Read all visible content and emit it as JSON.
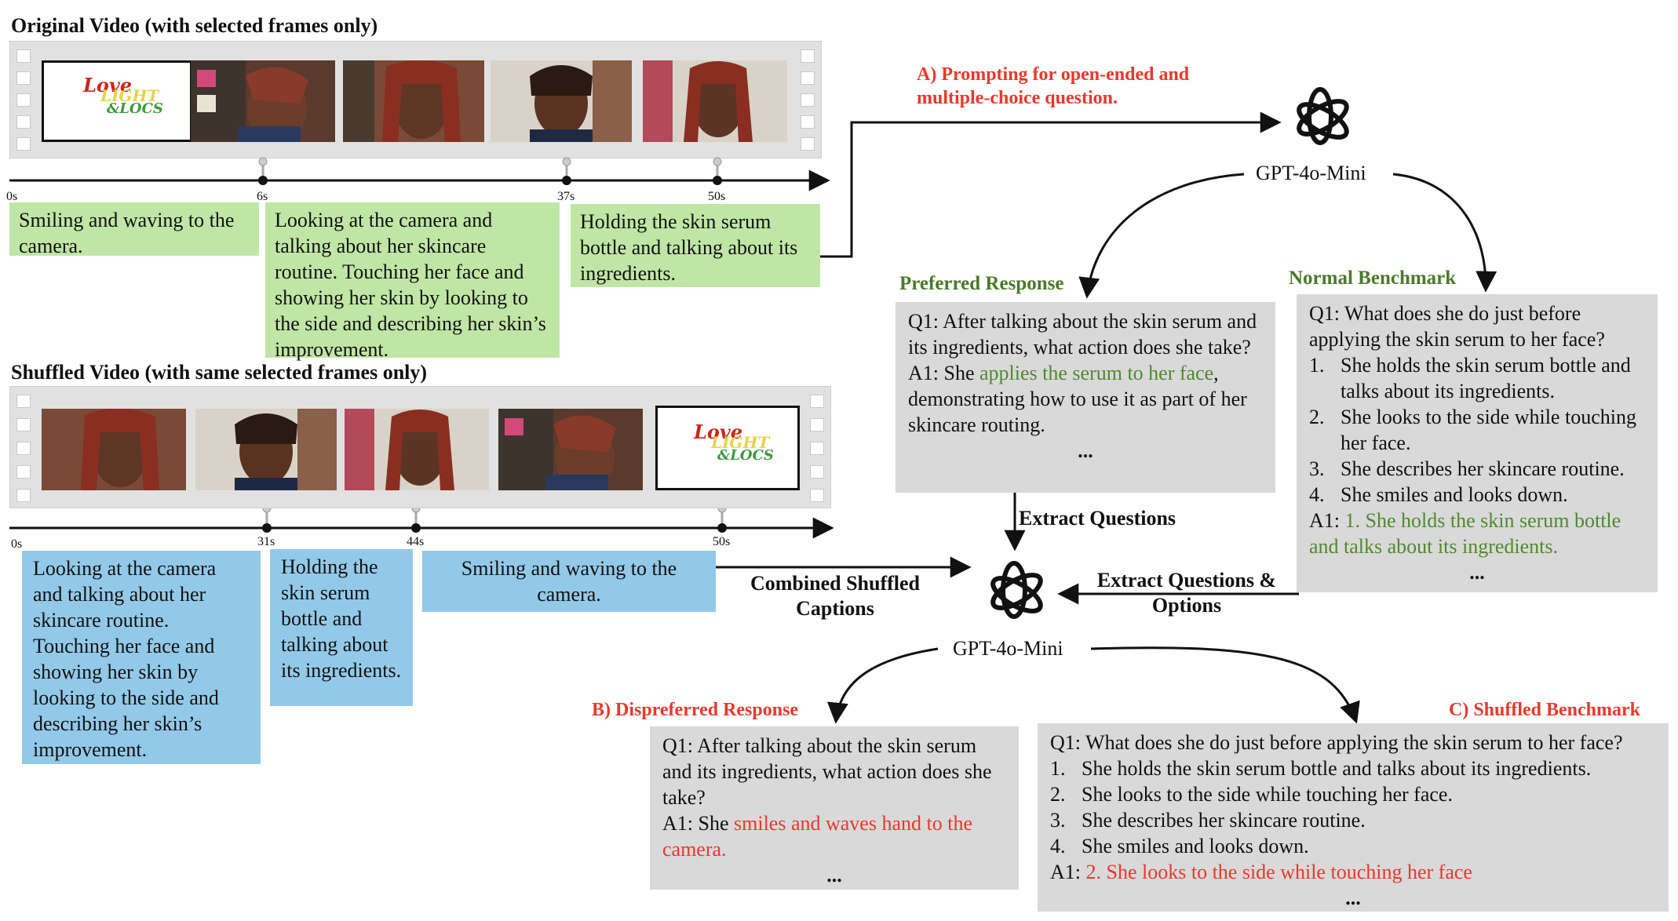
{
  "original": {
    "title": "Original Video (with selected frames only)",
    "ticks": [
      "0s",
      "6s",
      "37s",
      "50s"
    ],
    "logo": {
      "line1": "Love",
      "line2": "LIGHT",
      "line3": "&LOCS"
    },
    "captions": [
      "Smiling and waving to the camera.",
      "Looking at the camera and talking about her skincare routine. Touching her face and showing her skin by looking to the side and describing her skin’s improvement.",
      "Holding the skin serum bottle and talking about its ingredients."
    ]
  },
  "shuffled": {
    "title": "Shuffled Video (with same selected frames only)",
    "ticks": [
      "0s",
      "31s",
      "44s",
      "50s"
    ],
    "captions": [
      "Looking at the camera and talking about her skincare routine. Touching her face and showing her skin by looking to the side and describing her skin’s improvement.",
      "Holding the skin serum bottle and talking about its ingredients.",
      "Smiling and waving to the camera."
    ]
  },
  "labels": {
    "prompting": "A) Prompting for open-ended and multiple-choice question.",
    "model_top": "GPT-4o-Mini",
    "model_bottom": "GPT-4o-Mini",
    "preferred": "Preferred Response",
    "normal": "Normal Benchmark",
    "extract_q": "Extract Questions",
    "extract_qo": "Extract Questions & Options",
    "combined": "Combined Shuffled Captions",
    "dispreferred": "B) Dispreferred Response",
    "shuffled_bench": "C) Shuffled Benchmark"
  },
  "preferred_box": {
    "q": "Q1: After talking about the skin serum and its ingredients, what action does she take?",
    "a_prefix": "A1: She ",
    "a_hl": "applies the serum to her face",
    "a_suffix": ", demonstrating how to use it as part of her skincare routing.",
    "dots": "..."
  },
  "normal_box": {
    "q": "Q1: What does she do just before applying the skin serum to her face?",
    "options": [
      {
        "n": "1.",
        "t": "She holds the skin serum bottle and talks about its ingredients."
      },
      {
        "n": "2.",
        "t": "She looks to the side while touching her face."
      },
      {
        "n": "3.",
        "t": "She describes her skincare routine."
      },
      {
        "n": "4.",
        "t": "She smiles and looks down."
      }
    ],
    "a_prefix": "A1: ",
    "a_hl": "1. She holds the skin serum bottle and talks about its ingredients.",
    "dots": "..."
  },
  "dispreferred_box": {
    "q": "Q1: After talking about the skin serum and its ingredients, what action does she take?",
    "a_prefix": "A1: She ",
    "a_hl": "smiles and waves hand to the camera.",
    "dots": "..."
  },
  "shuffled_box": {
    "q": "Q1: What does she do just before applying the skin serum to her face?",
    "options": [
      {
        "n": "1.",
        "t": "She holds the skin serum bottle and talks about its ingredients."
      },
      {
        "n": "2.",
        "t": "She looks to the side while touching her face."
      },
      {
        "n": "3.",
        "t": "She describes her skincare routine."
      },
      {
        "n": "4.",
        "t": "She smiles and looks down."
      }
    ],
    "a_prefix": "A1: ",
    "a_hl": "2. She looks to the side while touching her face",
    "dots": "..."
  },
  "colors": {
    "green_box": "#c0e6a5",
    "blue_box": "#93c9e8",
    "gray_box": "#d9d9d9",
    "red": "#e8392c",
    "green": "#4f8a2e"
  }
}
